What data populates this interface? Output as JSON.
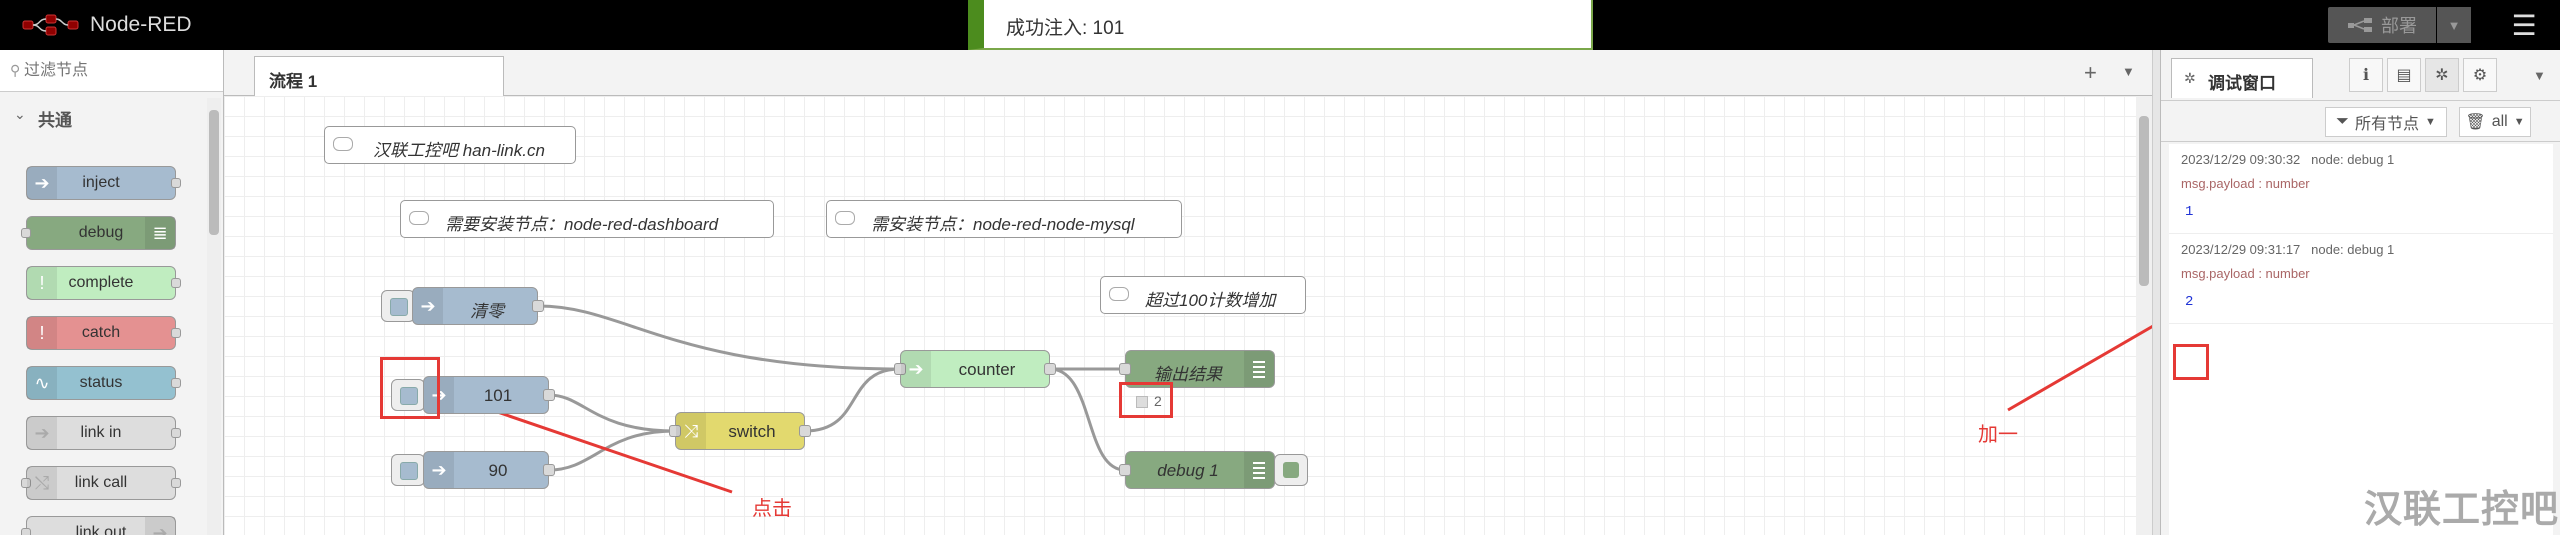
{
  "header": {
    "app_name": "Node-RED",
    "notification": "成功注入: 101",
    "deploy_label": "部署",
    "colors": {
      "bar": "#000000",
      "notify_accent": "#4c8c1e"
    }
  },
  "palette": {
    "search_placeholder": "过滤节点",
    "category": "共通",
    "nodes": [
      {
        "label": "inject",
        "color": "#a6bbcf",
        "icon": "arrow-icon"
      },
      {
        "label": "debug",
        "color": "#87a980",
        "icon": "list-icon"
      },
      {
        "label": "complete",
        "color": "#c0edc0",
        "icon": "exclamation-icon"
      },
      {
        "label": "catch",
        "color": "#e49191",
        "icon": "exclamation-icon"
      },
      {
        "label": "status",
        "color": "#94c1d0",
        "icon": "pulse-icon"
      },
      {
        "label": "link in",
        "color": "#dddddd",
        "icon": "link-icon"
      },
      {
        "label": "link call",
        "color": "#dddddd",
        "icon": "link-icon"
      },
      {
        "label": "link out",
        "color": "#dddddd",
        "icon": "link-icon"
      }
    ]
  },
  "workspace": {
    "tab_label": "流程 1",
    "comments": {
      "c1": "汉联工控吧 han-link.cn",
      "c2": "需要安装节点：node-red-dashboard",
      "c3": "需安装节点：node-red-node-mysql",
      "c4": "超过100计数增加"
    },
    "nodes": {
      "clear": "清零",
      "inject101": "101",
      "inject90": "90",
      "switch": "switch",
      "counter": "counter",
      "output": "输出结果",
      "output_status": "2",
      "debug1": "debug 1"
    },
    "annotations": {
      "click": "点击",
      "plus_one": "加一"
    }
  },
  "sidebar": {
    "tab_label": "调试窗口",
    "filter_label": "所有节点",
    "clear_label": "all",
    "messages": [
      {
        "time": "2023/12/29 09:30:32",
        "node": "node: debug 1",
        "topic": "msg.payload : number",
        "value": "1"
      },
      {
        "time": "2023/12/29 09:31:17",
        "node": "node: debug 1",
        "topic": "msg.payload : number",
        "value": "2"
      }
    ]
  },
  "watermark": "汉联工控吧"
}
